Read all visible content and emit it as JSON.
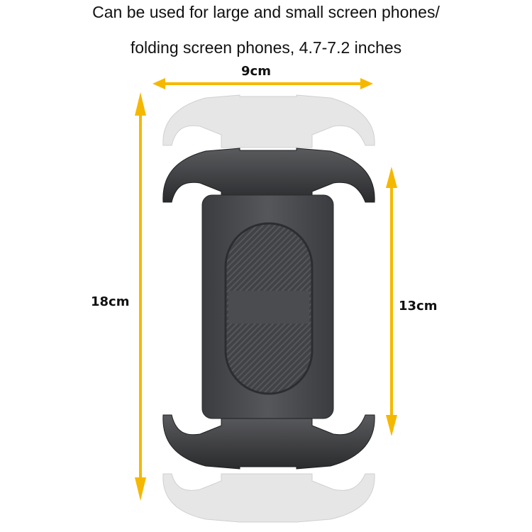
{
  "caption": {
    "line1": "Can be used for large and small screen phones/",
    "line2": "folding screen phones, 4.7-7.2 inches"
  },
  "dimensions": {
    "width_label": "9cm",
    "height_label": "18cm",
    "inner_label": "13cm"
  },
  "colors": {
    "arrow": "#F5B800",
    "clamp_light": "#E6E6E6",
    "clamp_dark": "#3A3B3D",
    "body": "#4A4C50"
  }
}
